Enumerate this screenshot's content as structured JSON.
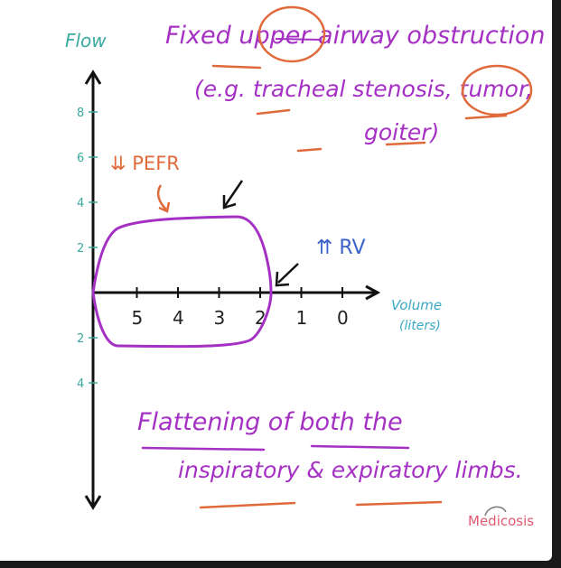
{
  "title": "Fixed upper airway obstruction",
  "example_line1": "(e.g. tracheal stenosis, tumor,",
  "example_line2": "goiter)",
  "y_axis_label": "Flow",
  "x_axis_label_line1": "Volume",
  "x_axis_label_line2": "(liters)",
  "y_ticks": [
    {
      "label": "8",
      "value": 8
    },
    {
      "label": "6",
      "value": 6
    },
    {
      "label": "4",
      "value": 4
    },
    {
      "label": "2",
      "value": 2
    },
    {
      "label": "2",
      "value": -2
    },
    {
      "label": "4",
      "value": -4
    }
  ],
  "x_ticks": [
    {
      "label": "5",
      "value": 5
    },
    {
      "label": "4",
      "value": 4
    },
    {
      "label": "3",
      "value": 3
    },
    {
      "label": "2",
      "value": 2
    },
    {
      "label": "1",
      "value": 1
    },
    {
      "label": "0",
      "value": 0
    }
  ],
  "pefr_annotation": "⇊ PEFR",
  "rv_annotation": "⇈ RV",
  "caption_line1": "Flattening of both the",
  "caption_line2": "inspiratory & expiratory limbs.",
  "logo_text": "Medicosis",
  "colors": {
    "heading": "#a530c4",
    "loop": "#a530c4",
    "flow_label": "#3aa99f",
    "pefr": "#e06a3b",
    "rv": "#3a62c9",
    "volume_label": "#3aa9c4",
    "highlight": "#e06a3b",
    "logo": "#e3586f"
  }
}
